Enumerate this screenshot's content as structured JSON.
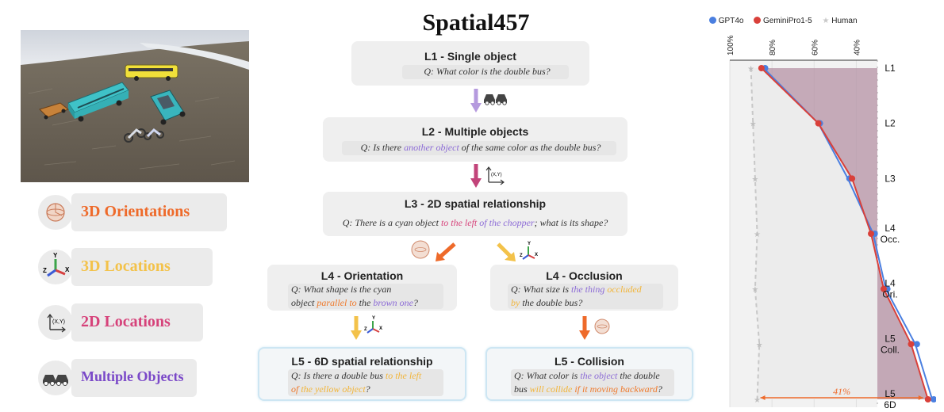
{
  "title": "Spatial457",
  "legend": [
    {
      "label": "3D Orientations",
      "color": "#ee6a2a",
      "icon": "orientation-sphere-icon"
    },
    {
      "label": "3D Locations",
      "color": "#f3c24a",
      "icon": "xyz-axes-icon"
    },
    {
      "label": "2D Locations",
      "color": "#d6427a",
      "icon": "xy-axes-icon"
    },
    {
      "label": "Multiple Objects",
      "color": "#7a48c8",
      "icon": "cars-icon"
    }
  ],
  "levels": {
    "l1": {
      "title": "L1 - Single object",
      "q_prefix": "Q:",
      "q": "What color is the double bus?"
    },
    "l2": {
      "title": "L2 - Multiple objects",
      "q_prefix": "Q:",
      "q_a": "Is there",
      "q_b": "another object",
      "q_c": "of the same color as the double bus?"
    },
    "l3": {
      "title": "L3 - 2D spatial relationship",
      "q_prefix": "Q:",
      "q_a": "There is a cyan object",
      "q_b": "to the left",
      "q_c": "of",
      "q_d": "the chopper",
      "q_e": "; what is its shape?"
    },
    "l4o": {
      "title": "L4 - Orientation",
      "q_prefix": "Q:",
      "q_a": "What shape is the cyan",
      "q_b": "object",
      "q_c": "parallel to",
      "q_d": "the",
      "q_e": "brown one",
      "q_f": "?"
    },
    "l4c": {
      "title": "L4 - Occlusion",
      "q_prefix": "Q:",
      "q_a": "What size is",
      "q_b": "the thing",
      "q_c": "occluded",
      "q_d": "by",
      "q_e": "the double bus?"
    },
    "l5s": {
      "title": "L5 - 6D spatial relationship",
      "q_prefix": "Q:",
      "q_a": "Is there a double bus",
      "q_b": "to the left",
      "q_c": "of",
      "q_d": "the yellow object",
      "q_e": "?"
    },
    "l5c": {
      "title": "L5 - Collision",
      "q_prefix": "Q:",
      "q_a": "What color is",
      "q_b": "the object",
      "q_c": "the double",
      "q_d": "bus",
      "q_e": "will collide",
      "q_f": "if it moving backward",
      "q_g": "?"
    }
  },
  "chart_data": {
    "type": "line",
    "orientation": "rotated",
    "legend": [
      "GPT4o",
      "GeminiPro1-5",
      "Human"
    ],
    "axis_ticks": [
      "100%",
      "80%",
      "60%",
      "40%"
    ],
    "categories": [
      "L1",
      "L2",
      "L3",
      "L4\nOcc.",
      "L4\nOri.",
      "L5\nColl.",
      "L5\n6D"
    ],
    "category_labels": [
      [
        "L1"
      ],
      [
        "L2"
      ],
      [
        "L3"
      ],
      [
        "L4",
        "Occ."
      ],
      [
        "L4",
        "Ori."
      ],
      [
        "L5",
        "Coll."
      ],
      [
        "L5",
        "6D"
      ]
    ],
    "series": [
      {
        "name": "GPT4o",
        "color": "#4a7fe0",
        "values": [
          84,
          58,
          44,
          32,
          26,
          12,
          4
        ]
      },
      {
        "name": "GeminiPro1-5",
        "color": "#d9403a",
        "values": [
          85,
          58,
          42,
          33,
          27,
          14,
          6
        ]
      },
      {
        "name": "Human",
        "color": "#c8c8c8",
        "values": [
          90,
          89,
          88,
          87,
          88,
          86,
          87
        ]
      }
    ],
    "annotation": "41%",
    "xlim": [
      100,
      30
    ]
  }
}
